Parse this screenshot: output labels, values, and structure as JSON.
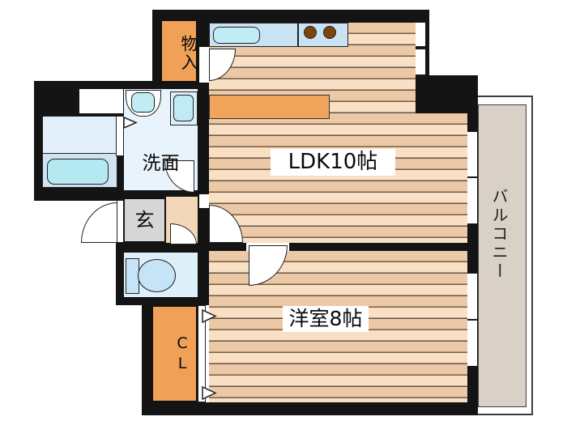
{
  "plan_title": "apartment-floor-plan",
  "labels": {
    "storage": "物入",
    "washroom": "洗面",
    "entrance": "玄",
    "ldk": "LDK10帖",
    "western_room": "洋室8帖",
    "closet": "CL",
    "balcony": "バルコニー"
  },
  "colors": {
    "wall": "#141414",
    "storage_fill": "#f0a057",
    "closet_fill": "#f0a057",
    "island_fill": "#f0a45c",
    "entrance_fill": "#d6d6d6",
    "corridor_fill": "#f4d7b8",
    "floor_base": "#f9e0c5",
    "floor_line": "#66523f",
    "washroom_fill": "#e9f3fb",
    "bath_upper_fill": "#e2effa",
    "bath_lower_fill": "#cfe3f3",
    "bathtub_fill": "#b4e9f2",
    "toilet_room_fill": "#dfeffa",
    "toilet_fixture_fill": "#c6e4f7",
    "kitchen_counter_fill": "#c9e3f5",
    "kitchen_sink_fill": "#c2ecf4",
    "burner_fill": "#7d450e",
    "balcony_fill": "#d9d1c7"
  }
}
